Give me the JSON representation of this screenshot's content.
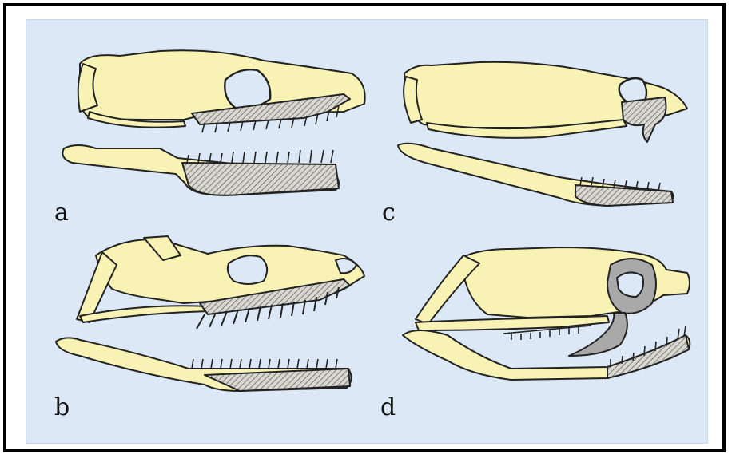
{
  "labels": {
    "a": "a",
    "b": "b",
    "c": "c",
    "d": "d"
  },
  "colors": {
    "background": "#dce8f5",
    "bone": "#f8f3b4",
    "outline": "#222222",
    "hatch": "#8c8c8c",
    "fang_grey": "#a9a9a9"
  }
}
